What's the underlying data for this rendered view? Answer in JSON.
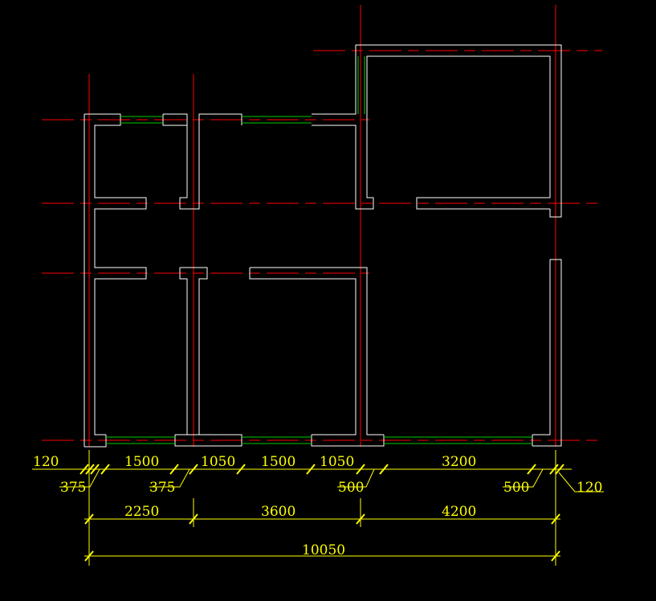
{
  "colors": {
    "background": "#000000",
    "wall": "#ffffff",
    "axis": "#ff0000",
    "window": "#00cc00",
    "dimension": "#ffff00"
  },
  "dimensions": {
    "row1": {
      "left_offset": "120",
      "seg1": "1500",
      "seg2": "1050",
      "seg3": "1500",
      "seg4": "1050",
      "seg5": "3200",
      "left_wall_1": "375",
      "left_wall_2": "375",
      "mid_wall": "500",
      "right_wall": "500",
      "right_offset": "120"
    },
    "row2": {
      "bay1": "2250",
      "bay2": "3600",
      "bay3": "4200"
    },
    "row3": {
      "total": "10050"
    }
  }
}
